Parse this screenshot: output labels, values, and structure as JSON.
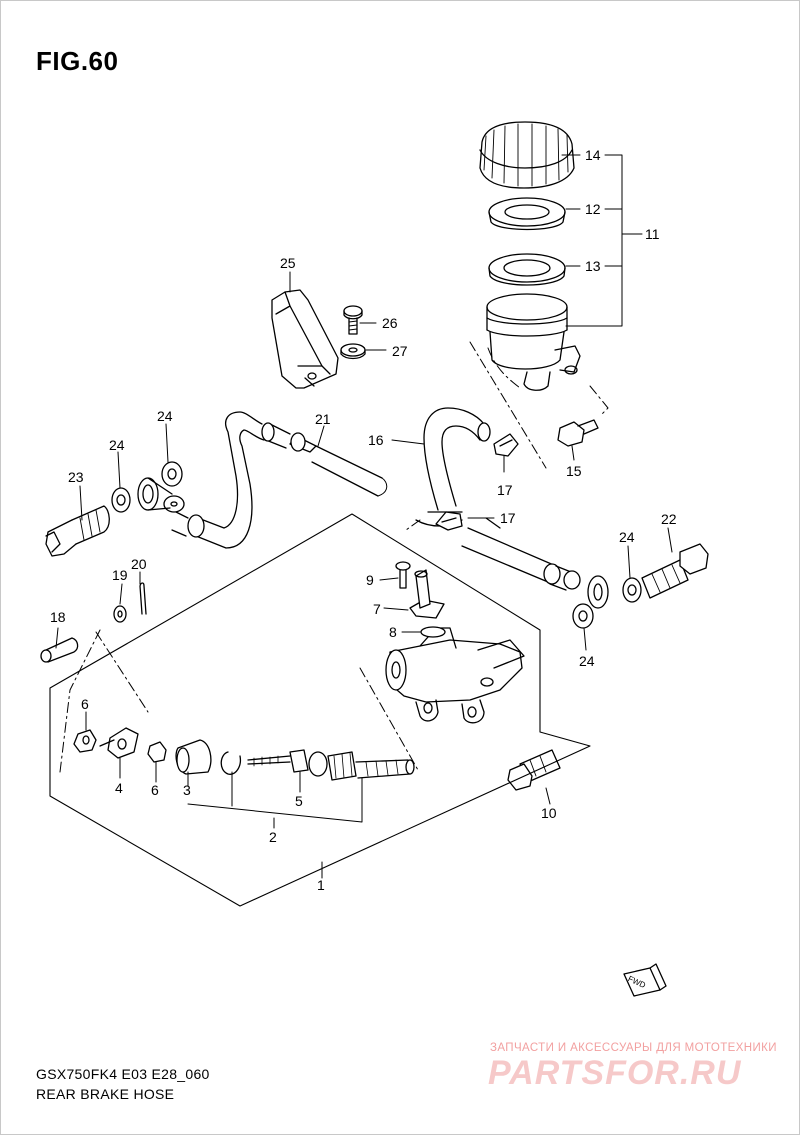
{
  "figure": {
    "title": "FIG.60"
  },
  "footer": {
    "model_code": "GSX750FK4 E03 E28_060",
    "assembly_name": "REAR BRAKE  HOSE"
  },
  "watermark": {
    "tagline": "ЗАПЧАСТИ И АКСЕССУАРЫ ДЛЯ МОТОТЕХНИКИ",
    "brand": "PARTSFOR.RU",
    "color": "#e86b6b"
  },
  "badge": {
    "label": "FWD"
  },
  "callouts": {
    "c14": "14",
    "c12": "12",
    "c13": "13",
    "c11": "11",
    "c25": "25",
    "c26": "26",
    "c27": "27",
    "c21": "21",
    "c24a": "24",
    "c24b": "24",
    "c23": "23",
    "c16": "16",
    "c17a": "17",
    "c17b": "17",
    "c15": "15",
    "c22": "22",
    "c24c": "24",
    "c24d": "24",
    "c9": "9",
    "c7": "7",
    "c8": "8",
    "c20": "20",
    "c19": "19",
    "c18": "18",
    "c6a": "6",
    "c4": "4",
    "c6b": "6",
    "c3": "3",
    "c5": "5",
    "c2": "2",
    "c1": "1",
    "c10": "10"
  }
}
